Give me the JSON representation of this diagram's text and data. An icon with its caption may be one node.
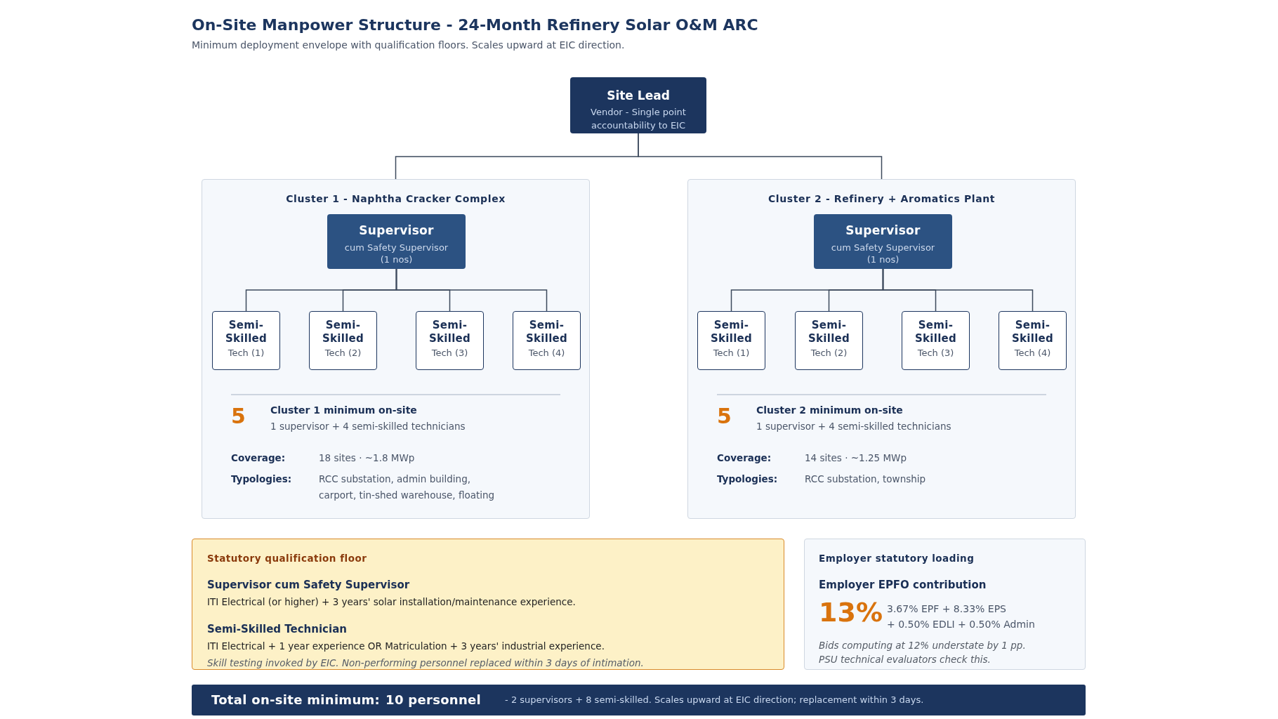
{
  "diagram": {
    "title": "On-Site Manpower Structure - 24-Month Refinery Solar O&M ARC",
    "nodes": [
      {
        "text": [
          "Site Lead",
          "Vendor - Single point accountability to EIC"
        ]
      },
      {
        "text": [
          "Cluster 1 - Naphtha Cracker Complex",
          "5",
          "Cluster 1 minimum on-site",
          "1 supervisor + 4 semi-skilled technicians",
          "Coverage:",
          "18 sites · ~1.8 MWp",
          "Typologies:",
          "RCC substation, admin building, carport, tin-shed warehouse, floating"
        ]
      },
      {
        "text": [
          "Supervisor",
          "cum Safety Supervisor",
          "(1 nos)"
        ],
        "in": 1
      },
      {
        "text": [
          "Semi-Skilled",
          "Tech (1)"
        ],
        "in": 1
      },
      {
        "text": [
          "Semi-Skilled",
          "Tech (2)"
        ],
        "in": 1
      },
      {
        "text": [
          "Semi-Skilled",
          "Tech (3)"
        ],
        "in": 1
      },
      {
        "text": [
          "Semi-Skilled",
          "Tech (4)"
        ],
        "in": 1
      },
      {
        "text": [
          "Cluster 2 - Refinery + Aromatics Plant",
          "5",
          "Cluster 2 minimum on-site",
          "1 supervisor + 4 semi-skilled technicians",
          "Coverage:",
          "14 sites · ~1.25 MWp",
          "Typologies:",
          "RCC substation, township"
        ]
      },
      {
        "text": [
          "Supervisor",
          "cum Safety Supervisor",
          "(1 nos)"
        ],
        "in": 7
      },
      {
        "text": [
          "Semi-Skilled",
          "Tech (1)"
        ],
        "in": 7
      },
      {
        "text": [
          "Semi-Skilled",
          "Tech (2)"
        ],
        "in": 7
      },
      {
        "text": [
          "Semi-Skilled",
          "Tech (3)"
        ],
        "in": 7
      },
      {
        "text": [
          "Semi-Skilled",
          "Tech (4)"
        ],
        "in": 7
      },
      {
        "text": [
          "Statutory qualification floor",
          "Supervisor cum Safety Supervisor",
          "ITI Electrical (or higher) + 3 years' solar installation/maintenance experience.",
          "Semi-Skilled Technician",
          "ITI Electrical + 1 year experience OR Matriculation + 3 years' industrial experience.",
          "Skill testing invoked by EIC. Non-performing personnel replaced within 3 days of intimation."
        ]
      },
      {
        "text": [
          "Employer statutory loading",
          "Employer EPFO contribution",
          "13%",
          "3.67% EPF + 8.33% EPS",
          "+ 0.50% EDLI + 0.50% Admin",
          "Bids computing at 12% understate by 1 pp. PSU technical evaluators check this."
        ]
      },
      {
        "text": [
          "Total on-site minimum:",
          "10 personnel",
          "- 2 supervisors + 8 semi-skilled. Scales upward at EIC direction; replacement within 3 days."
        ]
      }
    ],
    "edges": [
      {
        "from": 0,
        "to": 1,
        "arrow": "none"
      },
      {
        "from": 0,
        "to": 7,
        "arrow": "none"
      },
      {
        "from": 2,
        "to": 3,
        "arrow": "none"
      },
      {
        "from": 2,
        "to": 4,
        "arrow": "none"
      },
      {
        "from": 2,
        "to": 5,
        "arrow": "none"
      },
      {
        "from": 2,
        "to": 6,
        "arrow": "none"
      },
      {
        "from": 8,
        "to": 9,
        "arrow": "none"
      },
      {
        "from": 8,
        "to": 10,
        "arrow": "none"
      },
      {
        "from": 8,
        "to": 11,
        "arrow": "none"
      },
      {
        "from": 8,
        "to": 12,
        "arrow": "none"
      }
    ],
    "labels": [
      "Minimum deployment envelope with qualification floors. Scales upward at EIC direction."
    ]
  }
}
